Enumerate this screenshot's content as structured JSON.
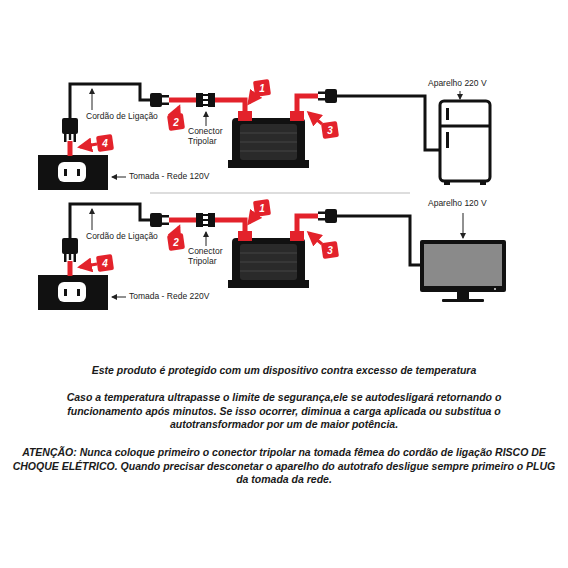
{
  "diagram": {
    "labels": [
      "Cordão de Ligação",
      "2",
      "Conector Tripolar",
      "1",
      "3",
      "Aparelho 220 V",
      "4",
      "Tomada - Rede 120V",
      "Cordão de Ligação",
      "2",
      "Conector Tripolar",
      "1",
      "3",
      "Aparelho 120 V",
      "4",
      "Tomada - Rede 220V",
      "Este produto é protegido com um dispositivo contra excesso de temperatura",
      "Caso a temperatura ultrapasse o limite de segurança,ele se autodesligará retornando o funcionamento após minutos. Se isso ocorrer, diminua a carga aplicada ou substitua o autotransformador por um de maior potência.",
      "ATENÇÃO: Nunca coloque primeiro o conector tripolar na tomada fêmea do cordão de ligação RISCO DE CHOQUE ELÉTRICO. Quando precisar desconetar o aparelho do autotrafo desligue sempre primeiro o PLUG da tomada da rede."
    ]
  }
}
